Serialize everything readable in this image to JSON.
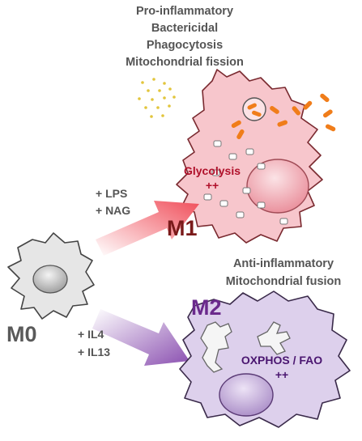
{
  "m1": {
    "properties": [
      "Pro-inflammatory",
      "Bactericidal",
      "Phagocytosis",
      "Mitochondrial fission"
    ],
    "label": "M1",
    "metabolism_line1": "Glycolysis",
    "metabolism_line2": "++",
    "stimuli_line1": "+ LPS",
    "stimuli_line2": "+ NAG"
  },
  "m0": {
    "label": "M0"
  },
  "m2": {
    "properties": [
      "Anti-inflammatory",
      "Mitochondrial fusion"
    ],
    "label": "M2",
    "metabolism_line1": "OXPHOS / FAO",
    "metabolism_line2": "++",
    "stimuli_line1": "+ IL4",
    "stimuli_line2": "+ IL13"
  },
  "colors": {
    "m1_label": "#7a1a1a",
    "m2_label": "#6b2a8c",
    "m0_label": "#5a5a5a",
    "glycolysis_text": "#b0102a",
    "oxphos_text": "#4a1670",
    "property_text": "#555555",
    "m1_cell_fill": "#f7c6cc",
    "m2_cell_fill": "#ddd0ec",
    "m0_cell_fill": "#e6e6e6",
    "bacteria": "#f07d1a",
    "dots": "#e2c53c"
  }
}
